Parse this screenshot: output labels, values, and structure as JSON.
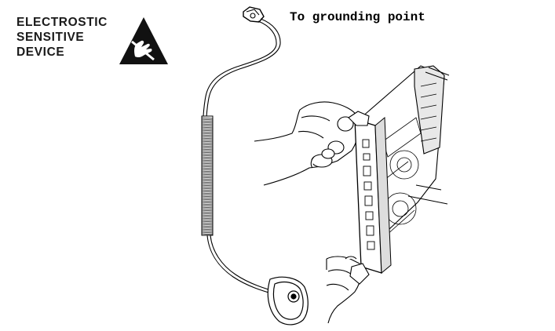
{
  "esd_warning": {
    "lines": [
      "ELECTROSTIC",
      "SENSITIVE",
      "DEVICE"
    ],
    "symbol": "esd-hand-triangle-icon"
  },
  "callout": {
    "grounding_label": "To grounding point"
  },
  "colors": {
    "line": "#000000",
    "text": "#1a1a1a",
    "background": "#ffffff",
    "board_shade": "#dddddd"
  }
}
